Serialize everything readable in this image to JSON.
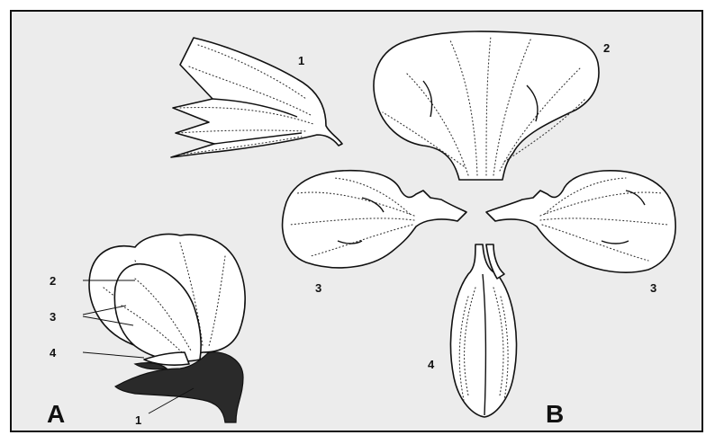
{
  "labels": {
    "panel_a": "A",
    "panel_b": "B",
    "a_part_1": "1",
    "a_part_2": "2",
    "a_part_3": "3",
    "a_part_4": "4",
    "b_part_1": "1",
    "b_part_2": "2",
    "b_part_3_left": "3",
    "b_part_3_right": "3",
    "b_part_4": "4"
  },
  "colors": {
    "background": "#ececec",
    "frame": "#111111",
    "ink": "#111111"
  }
}
